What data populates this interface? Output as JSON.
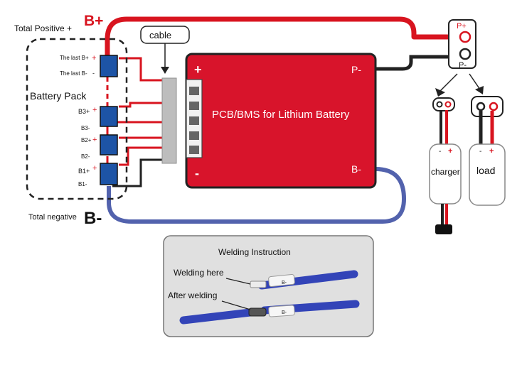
{
  "pack": {
    "total_positive": "Total Positive +",
    "total_negative": "Total negative",
    "b_plus": "B+",
    "b_minus": "B-",
    "title": "Battery Pack",
    "cells": {
      "last_b_plus": "The last B+",
      "last_b_minus": "The last B-",
      "b3_plus": "B3+",
      "b3_minus": "B3-",
      "b2_plus": "B2+",
      "b2_minus": "B2-",
      "b1_plus": "B1+",
      "b1_minus": "B1-"
    }
  },
  "cable_label": "cable",
  "bms": {
    "label": "PCB/BMS for Lithium Battery",
    "plus": "+",
    "minus": "-",
    "p_minus": "P-",
    "b_minus": "B-"
  },
  "terminals": {
    "p_plus": "P+",
    "p_minus": "P-"
  },
  "charger": {
    "label": "charger",
    "minus": "-",
    "plus": "+"
  },
  "load": {
    "label": "load",
    "minus": "-",
    "plus": "+"
  },
  "welding": {
    "title": "Welding Instruction",
    "here": "Welding here",
    "after": "After welding",
    "sleeve_label": "B-"
  },
  "colors": {
    "bms_red": "#d8142b",
    "wire_red": "#d8141f",
    "wire_blue": "#5262ad",
    "cell_blue": "#1d54a6",
    "panel_gray": "#e0e0e0"
  }
}
